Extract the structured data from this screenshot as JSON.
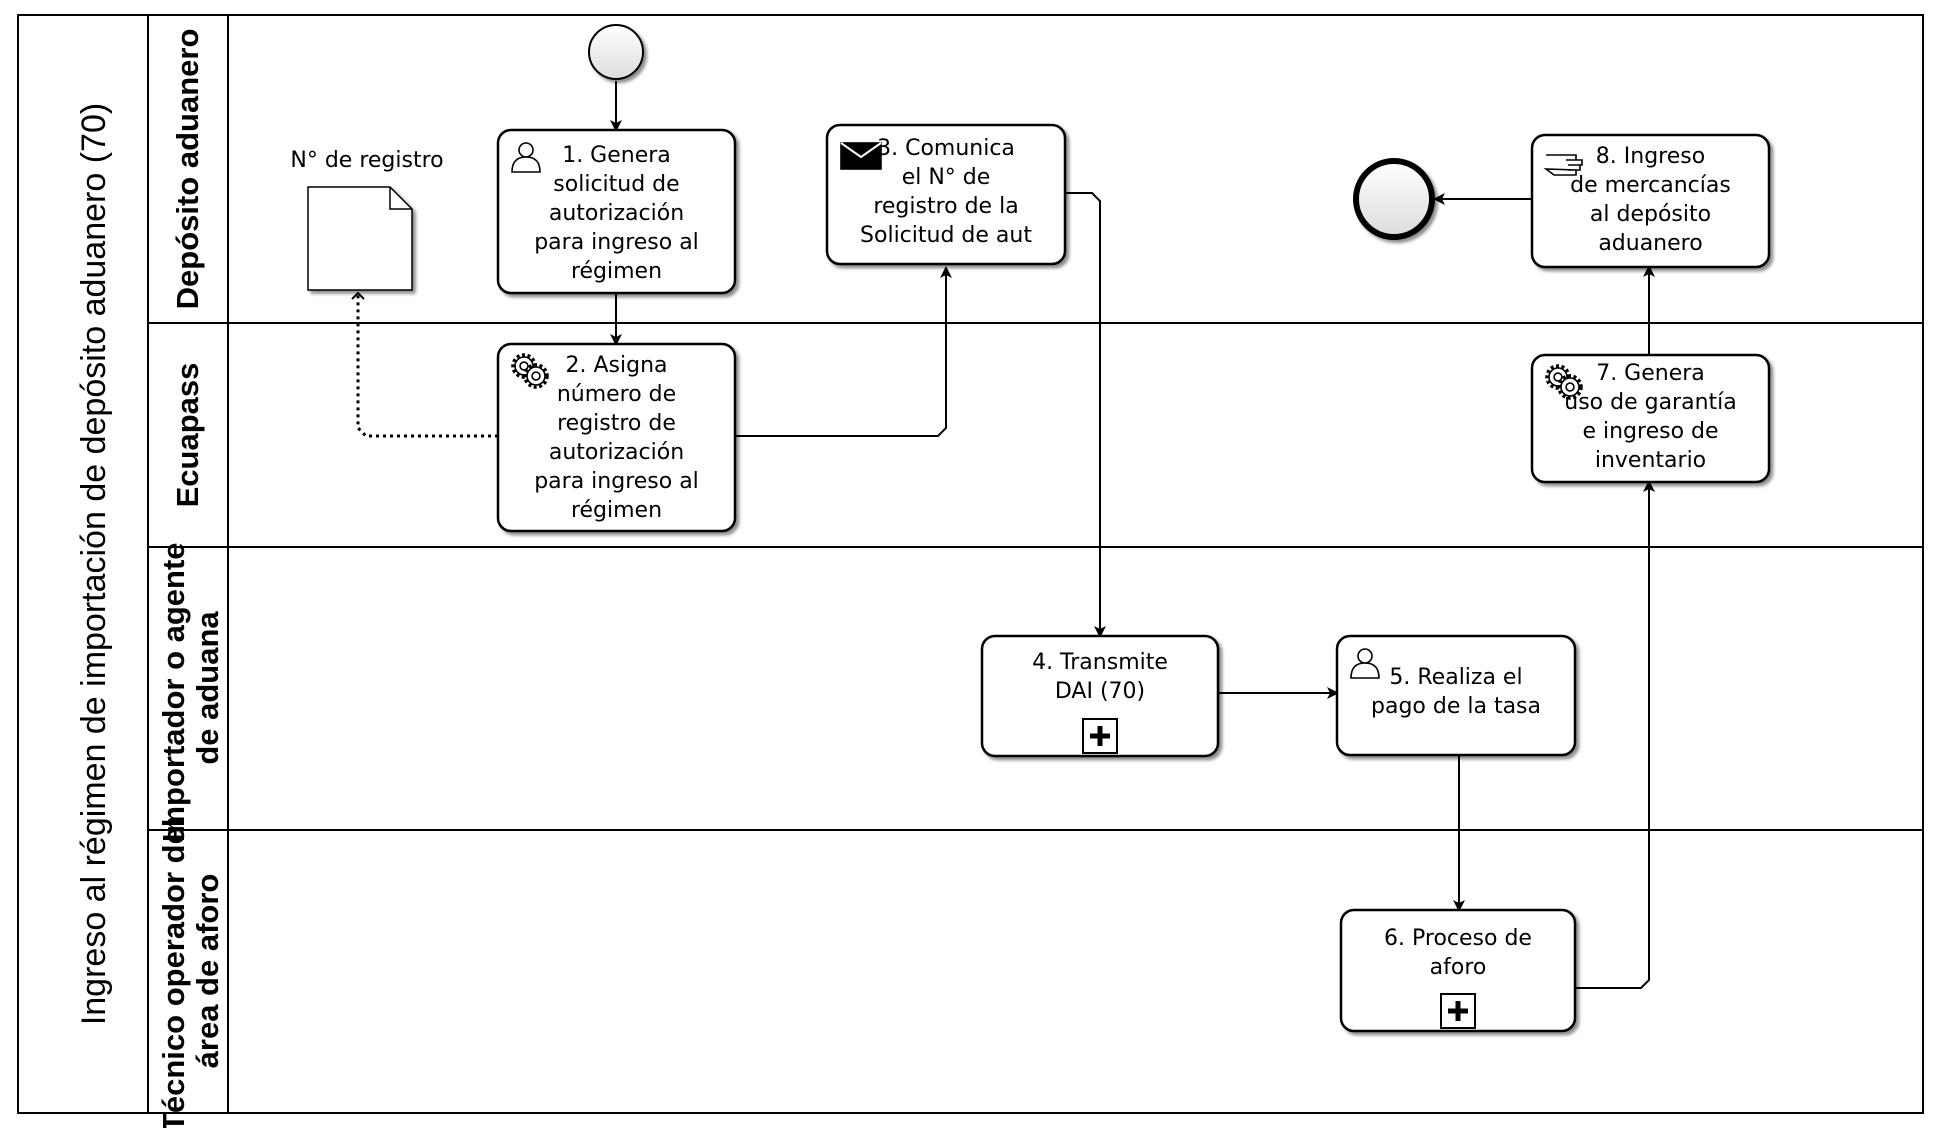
{
  "pool": {
    "title": "Ingreso al  régimen de importación  de depósito  aduanero  (70)"
  },
  "lanes": [
    {
      "id": "deposito",
      "lines": [
        "Depósito aduanero"
      ]
    },
    {
      "id": "ecuapass",
      "lines": [
        "Ecuapass"
      ]
    },
    {
      "id": "importador",
      "lines": [
        "Importador o agente",
        "de aduana"
      ]
    },
    {
      "id": "tecnico",
      "lines": [
        "Técnico operador del",
        "área de aforo"
      ]
    }
  ],
  "data_object": {
    "label": "N° de registro"
  },
  "tasks": [
    {
      "id": "t1",
      "icon": "user-task-icon",
      "lines": [
        "1. Genera",
        "solicitud de",
        "autorización",
        "para ingreso al",
        "régimen"
      ]
    },
    {
      "id": "t2",
      "icon": "service-task-icon",
      "lines": [
        "2. Asigna",
        "número de",
        "registro de",
        "autorización",
        "para ingreso al",
        "régimen"
      ]
    },
    {
      "id": "t3",
      "icon": "send-task-icon",
      "lines": [
        "3. Comunica",
        "el N°  de",
        "registro de la",
        "Solicitud de aut"
      ]
    },
    {
      "id": "t4",
      "icon": "subprocess-marker-icon",
      "lines": [
        "4. Transmite",
        "DAI (70)"
      ]
    },
    {
      "id": "t5",
      "icon": "user-task-icon",
      "lines": [
        "5. Realiza el",
        "pago de la tasa"
      ]
    },
    {
      "id": "t6",
      "icon": "subprocess-marker-icon",
      "lines": [
        "6. Proceso de",
        "aforo"
      ]
    },
    {
      "id": "t7",
      "icon": "service-task-icon",
      "lines": [
        "7. Genera",
        "uso de garantía",
        "e ingreso de",
        "inventario"
      ]
    },
    {
      "id": "t8",
      "icon": "manual-task-icon",
      "lines": [
        "8. Ingreso",
        "de mercancías",
        "al depósito",
        "aduanero"
      ]
    }
  ],
  "events": [
    {
      "id": "start",
      "type": "start-event"
    },
    {
      "id": "end",
      "type": "end-event"
    }
  ]
}
